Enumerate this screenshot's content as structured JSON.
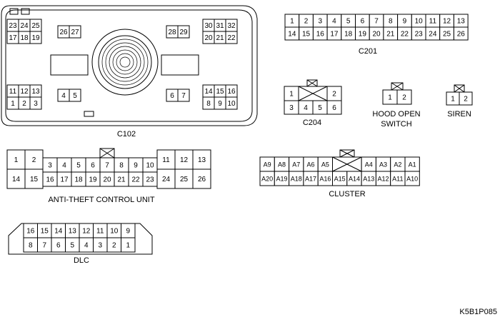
{
  "figure_code": "K5B1P085",
  "connectors": {
    "c102": {
      "label": "C102",
      "groups": {
        "top_left": {
          "rows": [
            [
              "23",
              "24",
              "25"
            ],
            [
              "17",
              "18",
              "19"
            ]
          ]
        },
        "top_mid_left": {
          "rows": [
            [
              "26",
              "27"
            ]
          ]
        },
        "top_mid_right": {
          "rows": [
            [
              "28",
              "29"
            ]
          ]
        },
        "top_right": {
          "rows": [
            [
              "30",
              "31",
              "32"
            ],
            [
              "20",
              "21",
              "22"
            ]
          ]
        },
        "bot_left": {
          "rows": [
            [
              "11",
              "12",
              "13"
            ],
            [
              "1",
              "2",
              "3"
            ]
          ]
        },
        "bot_mid_left": {
          "rows": [
            [
              "4",
              "5"
            ]
          ]
        },
        "bot_mid_right": {
          "rows": [
            [
              "6",
              "7"
            ]
          ]
        },
        "bot_right": {
          "rows": [
            [
              "14",
              "15",
              "16"
            ],
            [
              "8",
              "9",
              "10"
            ]
          ]
        }
      }
    },
    "c201": {
      "label": "C201",
      "rows": [
        [
          "1",
          "2",
          "3",
          "4",
          "5",
          "6",
          "7",
          "8",
          "9",
          "10",
          "11",
          "12",
          "13"
        ],
        [
          "14",
          "15",
          "16",
          "17",
          "18",
          "19",
          "20",
          "21",
          "22",
          "23",
          "24",
          "25",
          "26"
        ]
      ]
    },
    "c204": {
      "label": "C204",
      "top": [
        "1",
        "2"
      ],
      "bottom": [
        "3",
        "4",
        "5",
        "6"
      ]
    },
    "hood_open_switch": {
      "label_line1": "HOOD OPEN",
      "label_line2": "SWITCH",
      "pins": [
        "1",
        "2"
      ]
    },
    "siren": {
      "label": "SIREN",
      "pins": [
        "1",
        "2"
      ]
    },
    "anti_theft": {
      "label": "ANTI-THEFT CONTROL UNIT",
      "left_top": [
        "1",
        "2"
      ],
      "left_bottom": [
        "14",
        "15"
      ],
      "mid_top": [
        "3",
        "4",
        "5",
        "6",
        "7",
        "8",
        "9",
        "10"
      ],
      "mid_bottom": [
        "16",
        "17",
        "18",
        "19",
        "20",
        "21",
        "22",
        "23"
      ],
      "right_top": [
        "11",
        "12",
        "13"
      ],
      "right_bottom": [
        "24",
        "25",
        "26"
      ]
    },
    "cluster": {
      "label": "CLUSTER",
      "top_left": [
        "A9",
        "A8",
        "A7",
        "A6",
        "A5"
      ],
      "top_right": [
        "A4",
        "A3",
        "A2",
        "A1"
      ],
      "bottom": [
        "A20",
        "A19",
        "A18",
        "A17",
        "A16",
        "A15",
        "A14",
        "A13",
        "A12",
        "A11",
        "A10"
      ]
    },
    "dlc": {
      "label": "DLC",
      "top": [
        "16",
        "15",
        "14",
        "13",
        "12",
        "11",
        "10",
        "9"
      ],
      "bottom": [
        "8",
        "7",
        "6",
        "5",
        "4",
        "3",
        "2",
        "1"
      ]
    }
  }
}
